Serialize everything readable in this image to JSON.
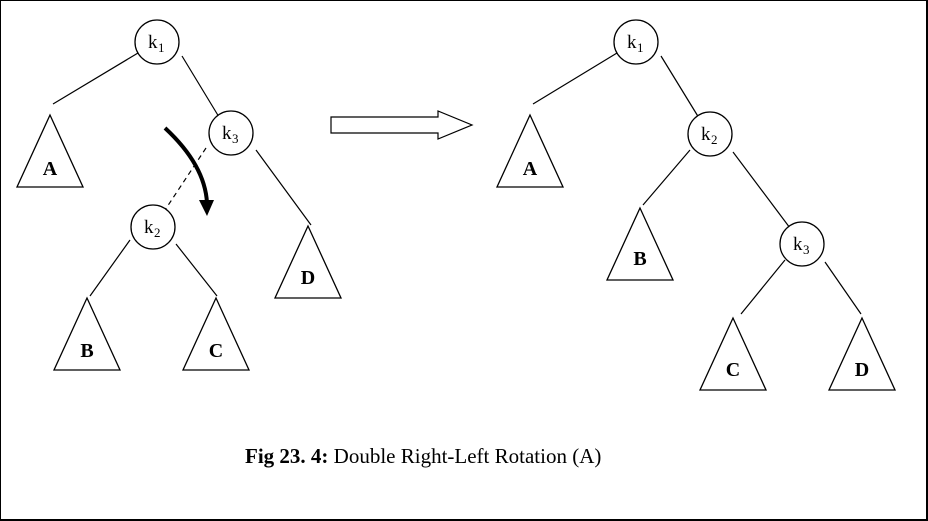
{
  "caption": {
    "label": "Fig 23. 4:",
    "text": " Double Right-Left Rotation  (A)"
  },
  "before": {
    "k1": {
      "base": "k",
      "sub": "1"
    },
    "k3": {
      "base": "k",
      "sub": "3"
    },
    "k2": {
      "base": "k",
      "sub": "2"
    },
    "A": "A",
    "B": "B",
    "C": "C",
    "D": "D"
  },
  "after": {
    "k1": {
      "base": "k",
      "sub": "1"
    },
    "k2": {
      "base": "k",
      "sub": "2"
    },
    "k3": {
      "base": "k",
      "sub": "3"
    },
    "A": "A",
    "B": "B",
    "C": "C",
    "D": "D"
  }
}
